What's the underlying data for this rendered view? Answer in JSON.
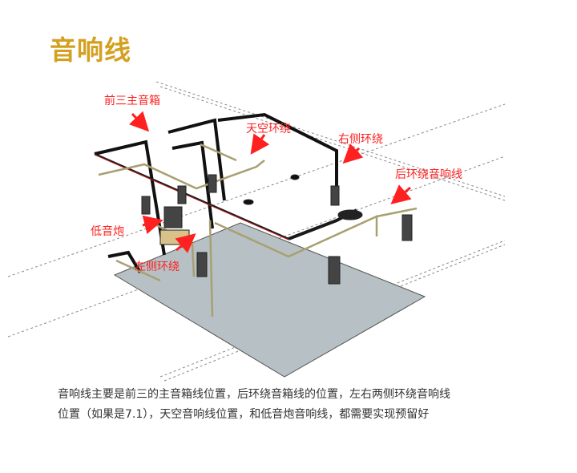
{
  "title": "音响线",
  "diagram": {
    "labels": {
      "front_three": "前三主音箱",
      "sky_surround": "天空环绕",
      "right_surround": "右侧环绕",
      "rear_surround": "后环绕音响线",
      "subwoofer": "低音炮",
      "left_surround": "左侧环绕"
    },
    "colors": {
      "label": "#ff2020",
      "title": "#d4a020",
      "floor": "#b7c0c4"
    }
  },
  "description": {
    "line1": "音响线主要是前三的主音箱线位置，后环绕音箱线的位置，左右两侧环绕音响线",
    "line2": "位置（如果是7.1），天空音响线位置，和低音炮音响线，都需要实现预留好"
  }
}
